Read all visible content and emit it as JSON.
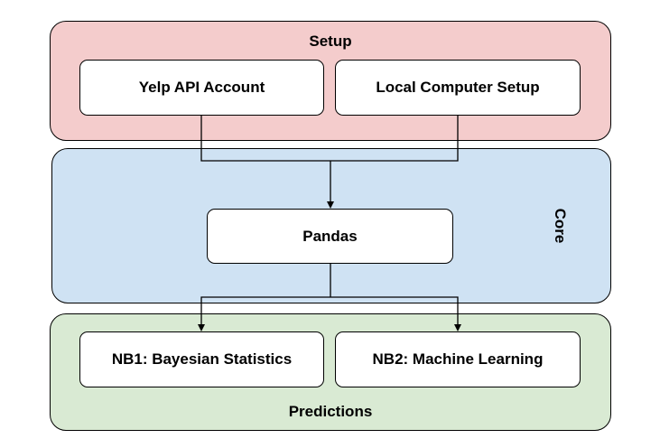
{
  "groups": {
    "setup": {
      "title": "Setup",
      "color": "#f4cccc"
    },
    "core": {
      "title": "Core",
      "color": "#cfe2f3"
    },
    "predictions": {
      "title": "Predictions",
      "color": "#d9ead3"
    }
  },
  "nodes": {
    "yelp_api": "Yelp API Account",
    "local_setup": "Local Computer Setup",
    "pandas": "Pandas",
    "nb1": "NB1: Bayesian Statistics",
    "nb2": "NB2: Machine Learning"
  }
}
